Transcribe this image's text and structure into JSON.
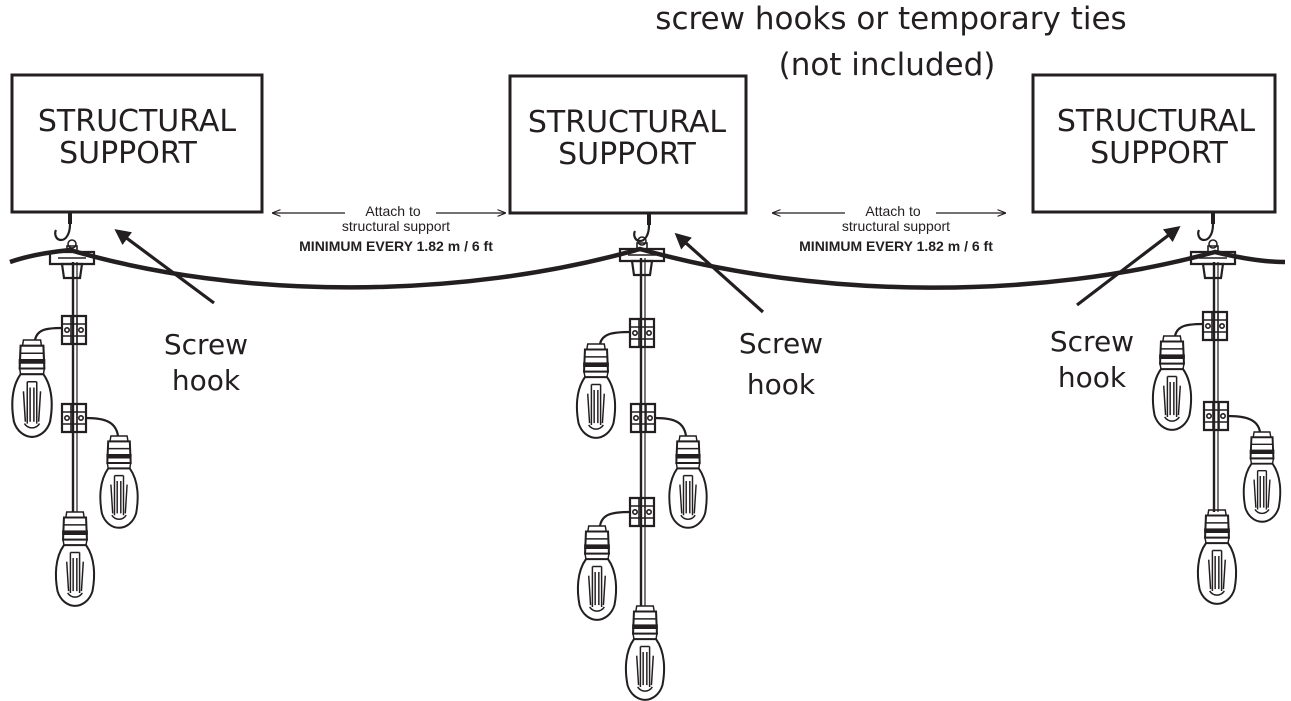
{
  "header": {
    "line1": "screw hooks or temporary ties",
    "line2": "(not included)"
  },
  "supports": [
    {
      "line1": "STRUCTURAL",
      "line2": "SUPPORT"
    },
    {
      "line1": "STRUCTURAL",
      "line2": "SUPPORT"
    },
    {
      "line1": "STRUCTURAL",
      "line2": "SUPPORT"
    }
  ],
  "callouts": [
    {
      "line1": "Screw",
      "line2": "hook"
    },
    {
      "line1": "Screw",
      "line2": "hook"
    },
    {
      "line1": "Screw",
      "line2": "hook"
    }
  ],
  "spacing": [
    {
      "line1": "Attach to",
      "line2": "structural support",
      "line3": "MINIMUM EVERY 1.82 m / 6 ft"
    },
    {
      "line1": "Attach to",
      "line2": "structural support",
      "line3": "MINIMUM EVERY 1.82 m / 6 ft"
    }
  ],
  "colors": {
    "ink": "#231f20",
    "background": "#ffffff"
  }
}
